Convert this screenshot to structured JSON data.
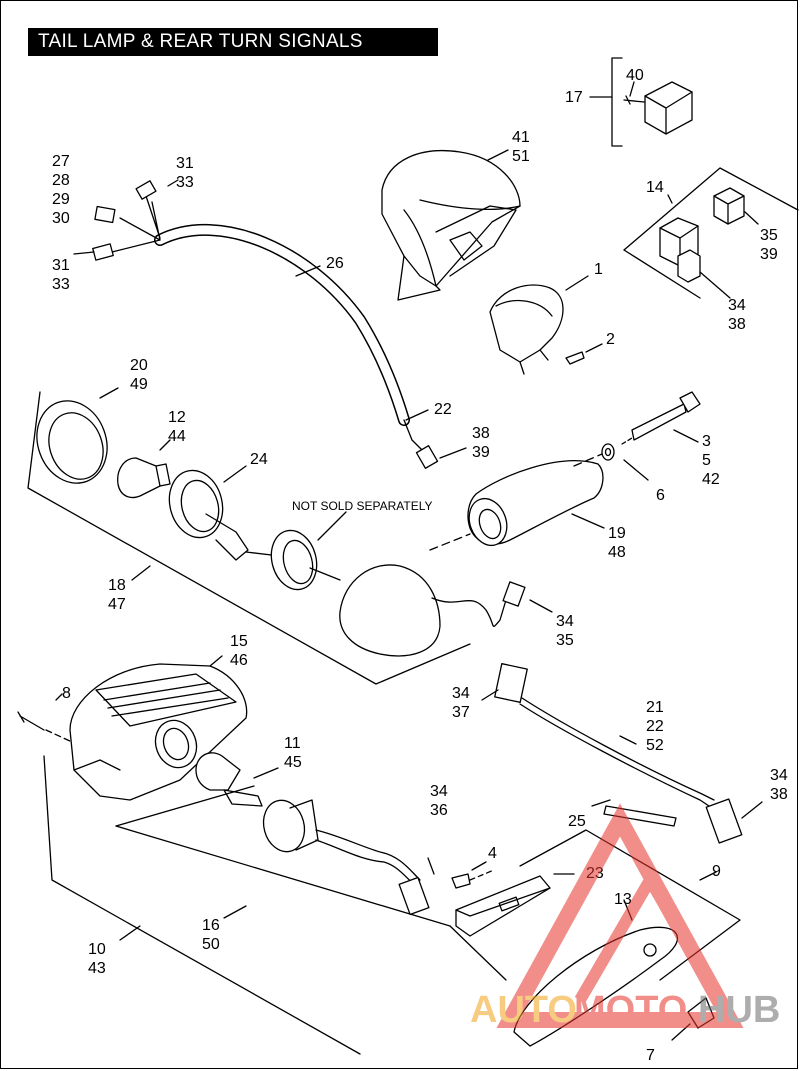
{
  "title": "TAIL LAMP & REAR TURN SIGNALS",
  "note": "NOT SOLD SEPARATELY",
  "callouts": [
    {
      "id": "c17",
      "lines": [
        "17"
      ]
    },
    {
      "id": "c40",
      "lines": [
        "40"
      ]
    },
    {
      "id": "c41",
      "lines": [
        "41",
        "51"
      ]
    },
    {
      "id": "c14",
      "lines": [
        "14"
      ]
    },
    {
      "id": "c35a",
      "lines": [
        "35",
        "39"
      ]
    },
    {
      "id": "c34a",
      "lines": [
        "34",
        "38"
      ]
    },
    {
      "id": "c1",
      "lines": [
        "1"
      ]
    },
    {
      "id": "c2",
      "lines": [
        "2"
      ]
    },
    {
      "id": "c27",
      "lines": [
        "27",
        "28",
        "29",
        "30"
      ]
    },
    {
      "id": "c31a",
      "lines": [
        "31",
        "33"
      ]
    },
    {
      "id": "c31b",
      "lines": [
        "31",
        "33"
      ]
    },
    {
      "id": "c26",
      "lines": [
        "26"
      ]
    },
    {
      "id": "c20",
      "lines": [
        "20",
        "49"
      ]
    },
    {
      "id": "c12",
      "lines": [
        "12",
        "44"
      ]
    },
    {
      "id": "c24",
      "lines": [
        "24"
      ]
    },
    {
      "id": "c22a",
      "lines": [
        "22"
      ]
    },
    {
      "id": "c38",
      "lines": [
        "38",
        "39"
      ]
    },
    {
      "id": "c3",
      "lines": [
        "3",
        "5",
        "42"
      ]
    },
    {
      "id": "c6",
      "lines": [
        "6"
      ]
    },
    {
      "id": "c19",
      "lines": [
        "19",
        "48"
      ]
    },
    {
      "id": "c18",
      "lines": [
        "18",
        "47"
      ]
    },
    {
      "id": "c34b",
      "lines": [
        "34",
        "35"
      ]
    },
    {
      "id": "c15",
      "lines": [
        "15",
        "46"
      ]
    },
    {
      "id": "c8",
      "lines": [
        "8"
      ]
    },
    {
      "id": "c11",
      "lines": [
        "11",
        "45"
      ]
    },
    {
      "id": "c34c",
      "lines": [
        "34",
        "37"
      ]
    },
    {
      "id": "c21",
      "lines": [
        "21",
        "22",
        "52"
      ]
    },
    {
      "id": "c34d",
      "lines": [
        "34",
        "38"
      ]
    },
    {
      "id": "c34e",
      "lines": [
        "34",
        "36"
      ]
    },
    {
      "id": "c25",
      "lines": [
        "25"
      ]
    },
    {
      "id": "c4",
      "lines": [
        "4"
      ]
    },
    {
      "id": "c23",
      "lines": [
        "23"
      ]
    },
    {
      "id": "c9",
      "lines": [
        "9"
      ]
    },
    {
      "id": "c13",
      "lines": [
        "13"
      ]
    },
    {
      "id": "c16",
      "lines": [
        "16",
        "50"
      ]
    },
    {
      "id": "c10",
      "lines": [
        "10",
        "43"
      ]
    },
    {
      "id": "c7",
      "lines": [
        "7"
      ]
    }
  ],
  "watermark": {
    "part1": "AUTO",
    "part2": "MOTO",
    "part3": "HUB",
    "color_red": "#e8332b",
    "color_orange": "#f2a31b"
  }
}
